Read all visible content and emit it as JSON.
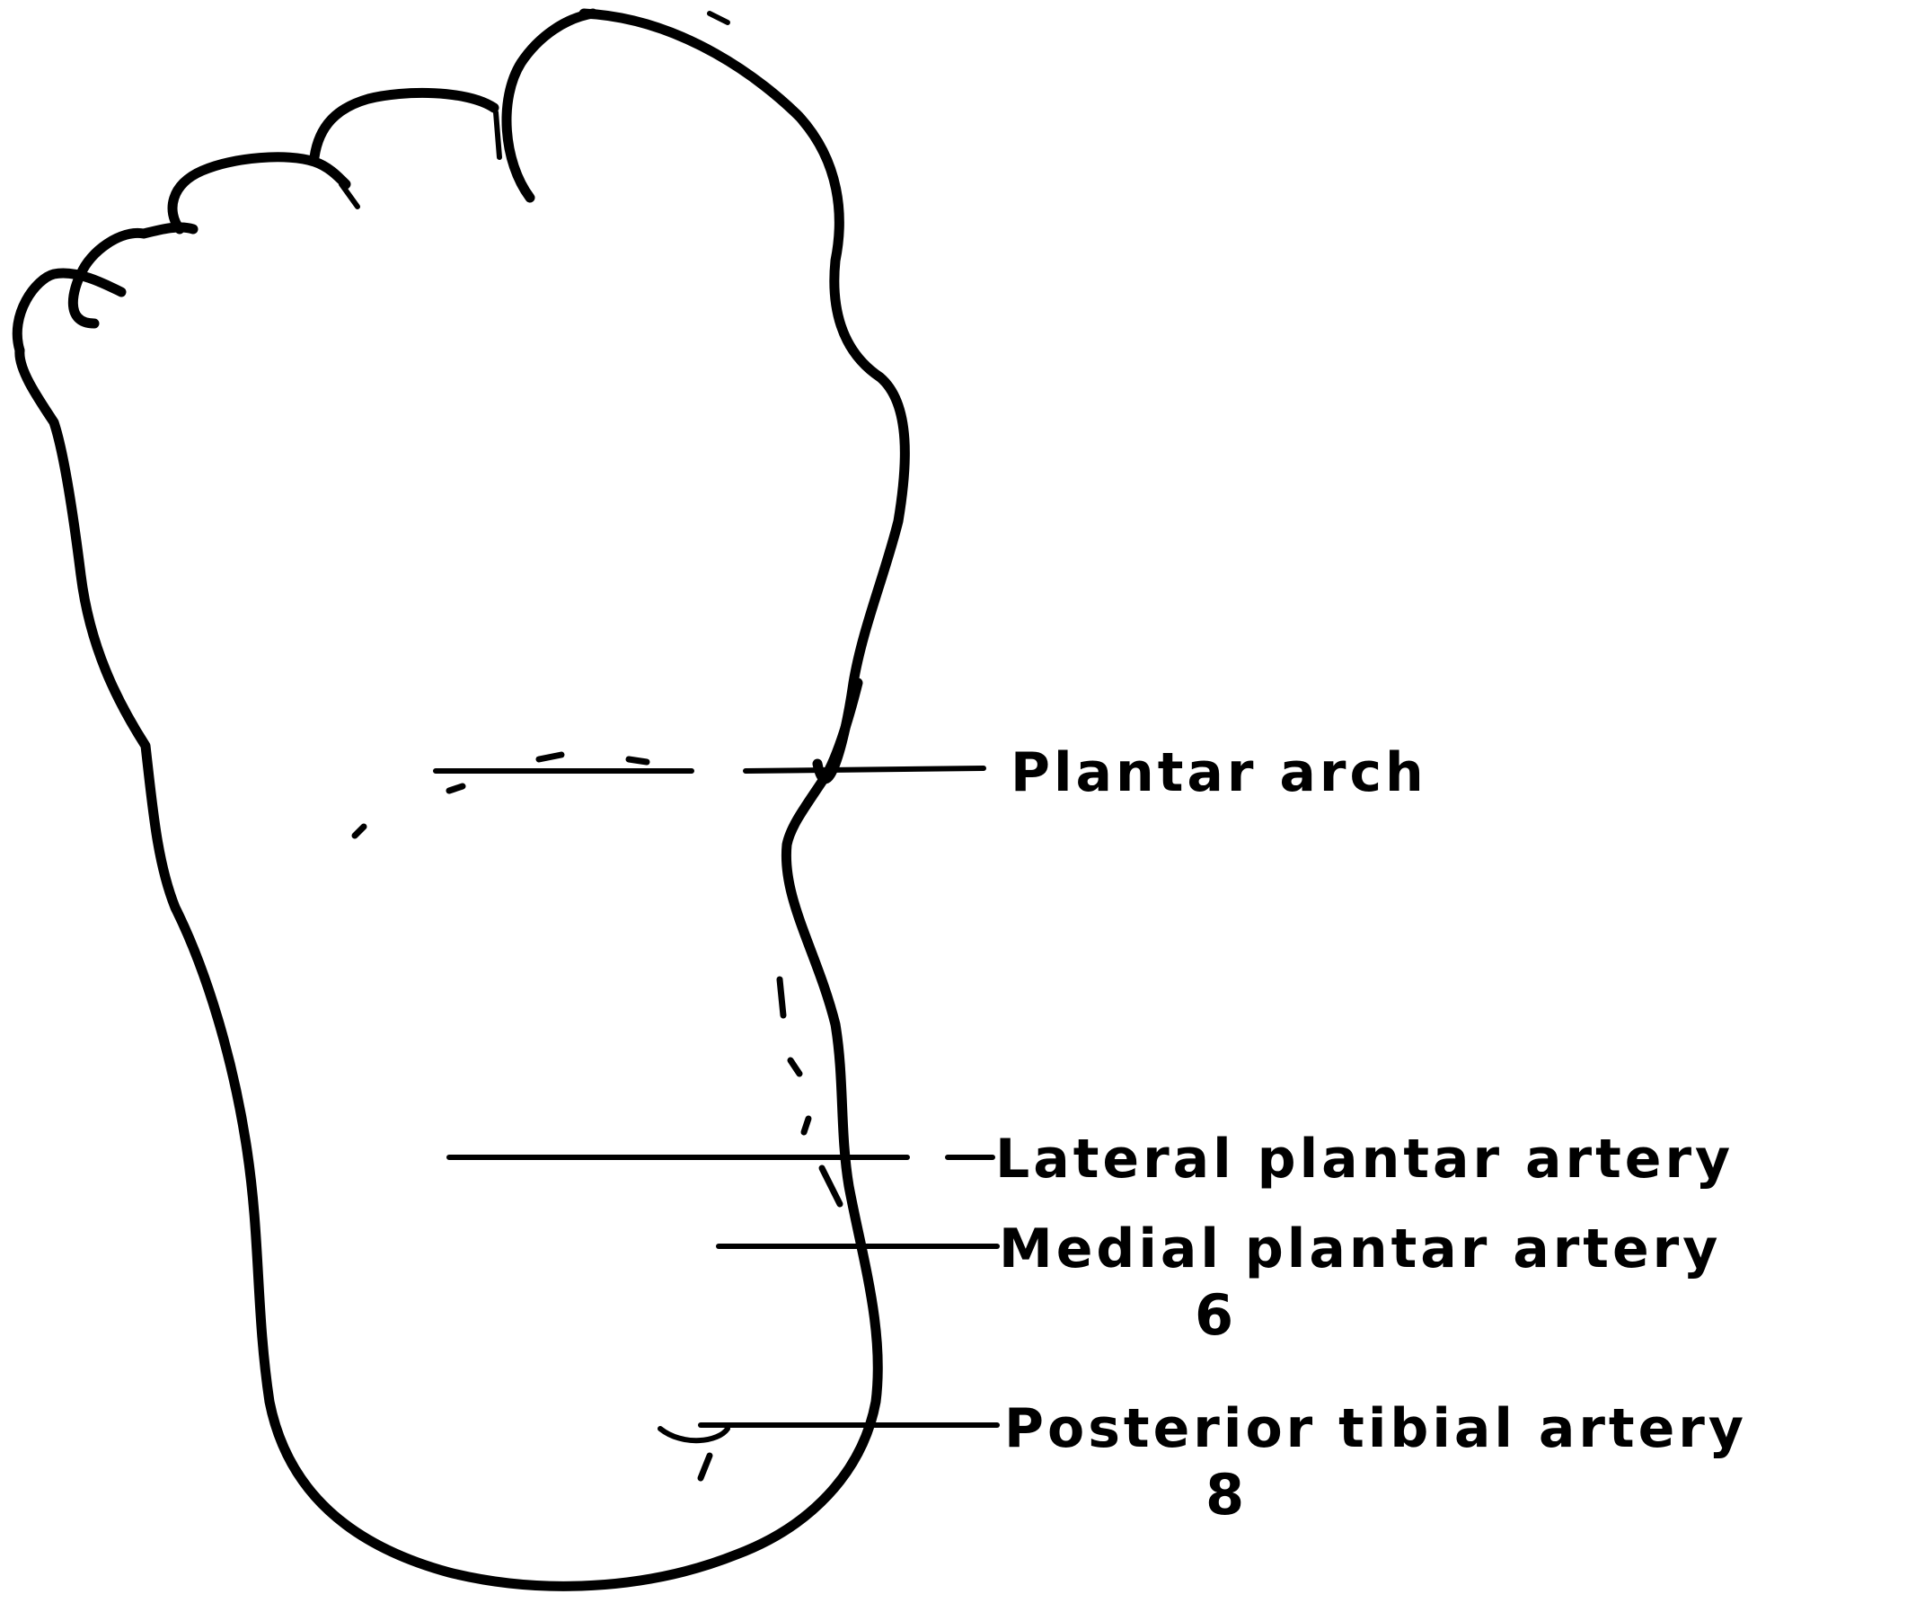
{
  "labels": {
    "plantar_arch": "Plantar arch",
    "lateral_plantar_artery": "Lateral plantar artery",
    "medial_plantar_artery": "Medial plantar artery",
    "posterior_tibial_artery": "Posterior tibial artery"
  },
  "numbers": {
    "medial": "6",
    "posterior": "8"
  }
}
